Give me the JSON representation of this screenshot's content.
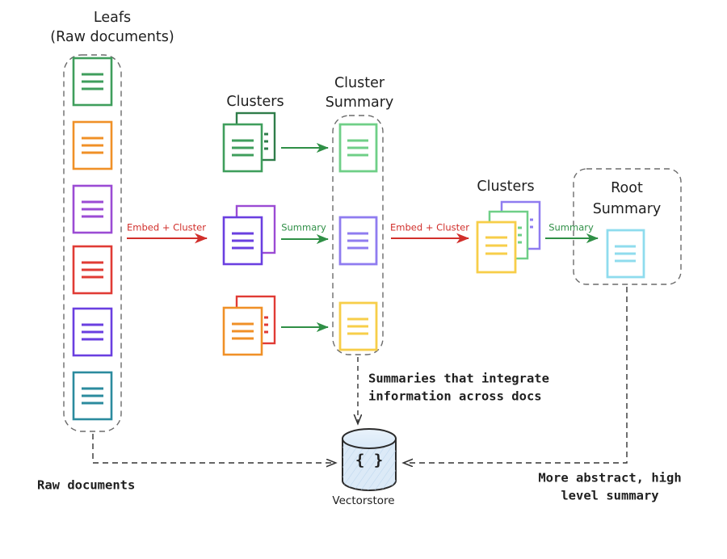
{
  "diagram": {
    "title_hidden": "RAPTOR recursive clustering and summarization diagram",
    "labels": {
      "leafs_line1": "Leafs",
      "leafs_line2": "(Raw documents)",
      "clusters_1": "Clusters",
      "cluster_summary_line1": "Cluster",
      "cluster_summary_line2": "Summary",
      "clusters_2": "Clusters",
      "root_summary_line1": "Root",
      "root_summary_line2": "Summary",
      "vectorstore": "Vectorstore",
      "vectorstore_glyph": "{ }"
    },
    "edge_labels": {
      "embed_cluster_1": "Embed + Cluster",
      "summary_1": "Summary",
      "embed_cluster_2": "Embed + Cluster",
      "summary_2": "Summary"
    },
    "annotations": {
      "summaries_line1": "Summaries that integrate",
      "summaries_line2": "information across docs",
      "raw_documents": "Raw documents",
      "abstract_line1": "More abstract, high",
      "abstract_line2": "level summary"
    },
    "colors": {
      "green": "#3f9e5c",
      "orange": "#f09027",
      "purple": "#9b4bd4",
      "red": "#e03b35",
      "blueviolet": "#6a3fe0",
      "teal": "#2b8b9e",
      "light_green": "#6fcf87",
      "light_purple": "#8f7cf0",
      "light_yellow": "#f7ce49",
      "light_cyan": "#8fdcee",
      "arrow_red": "#d12f2b",
      "arrow_green": "#2f8f46",
      "dashed_gray": "#4d4d4d",
      "cylinder_fill": "#dceaf7",
      "cylinder_stroke": "#2b2b2b",
      "text_dark": "#1f1f1f"
    },
    "leaf_documents": [
      {
        "name": "leaf-doc-1",
        "color": "#3f9e5c"
      },
      {
        "name": "leaf-doc-2",
        "color": "#f09027"
      },
      {
        "name": "leaf-doc-3",
        "color": "#9b4bd4"
      },
      {
        "name": "leaf-doc-4",
        "color": "#e03b35"
      },
      {
        "name": "leaf-doc-5",
        "color": "#6a3fe0"
      },
      {
        "name": "leaf-doc-6",
        "color": "#2b8b9e"
      }
    ],
    "cluster_groups_1": [
      {
        "name": "cluster-group-green",
        "back": "#2f7d4a",
        "front": "#3f9e5c"
      },
      {
        "name": "cluster-group-purple",
        "back": "#9b4bd4",
        "front": "#6a3fe0"
      },
      {
        "name": "cluster-group-orange",
        "back": "#e03b35",
        "front": "#f09027"
      }
    ],
    "cluster_summaries": [
      {
        "name": "cluster-summary-green",
        "color": "#6fcf87"
      },
      {
        "name": "cluster-summary-purple",
        "color": "#8f7cf0"
      },
      {
        "name": "cluster-summary-yellow",
        "color": "#f7ce49"
      }
    ],
    "cluster_group_2": {
      "name": "cluster-group-mixed",
      "back": "#8f7cf0",
      "middle": "#6fcf87",
      "front": "#f7ce49"
    },
    "root_summary_doc": {
      "name": "root-summary-doc",
      "color": "#8fdcee"
    }
  }
}
